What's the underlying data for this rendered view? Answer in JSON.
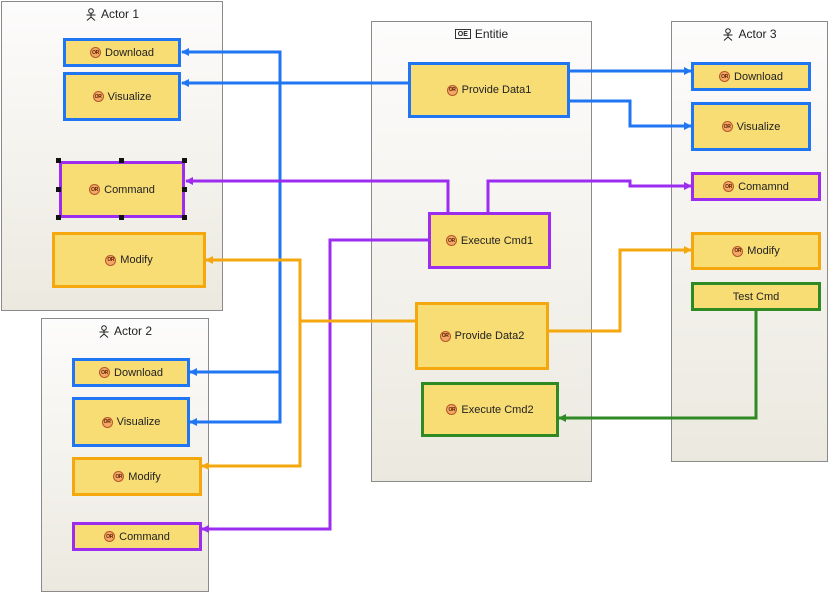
{
  "lanes": {
    "actor1": {
      "title": "Actor 1"
    },
    "actor2": {
      "title": "Actor 2"
    },
    "actor3": {
      "title": "Actor 3"
    },
    "entitie": {
      "title": "Entitie",
      "icon_label": "ОЕ"
    }
  },
  "node_icon_label": "OR",
  "nodes": {
    "a1_download": "Download",
    "a1_visualize": "Visualize",
    "a1_command": "Command",
    "a1_modify": "Modify",
    "a2_download": "Download",
    "a2_visualize": "Visualize",
    "a2_modify": "Modify",
    "a2_command": "Command",
    "e_provide_data1": "Provide Data1",
    "e_execute_cmd1": "Execute Cmd1",
    "e_provide_data2": "Provide Data2",
    "e_execute_cmd2": "Execute Cmd2",
    "a3_download": "Download",
    "a3_visualize": "Visualize",
    "a3_comamnd": "Comamnd",
    "a3_modify": "Modify",
    "a3_test_cmd": "Test Cmd"
  },
  "colors": {
    "blue": "#1f75f2",
    "purple": "#9b2cf0",
    "orange": "#f5a70e",
    "green": "#2f8a24",
    "node_fill": "#f8dc74"
  }
}
